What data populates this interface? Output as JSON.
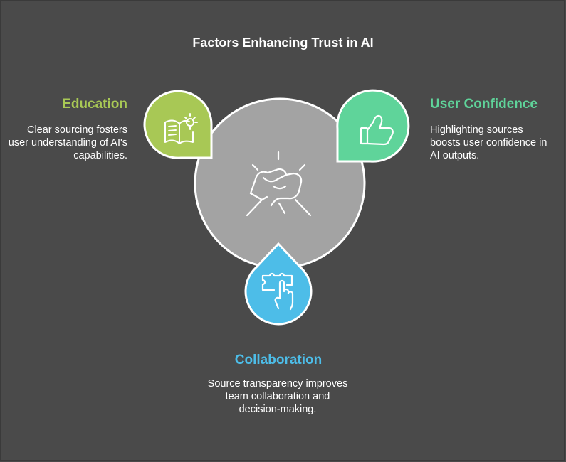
{
  "title": "Factors Enhancing Trust in AI",
  "colors": {
    "background": "#4a4a4a",
    "center": "#a3a3a3",
    "education": "#a8c855",
    "user_confidence": "#5fd49a",
    "collaboration": "#4dbde8"
  },
  "center": {
    "icon": "handshake-icon"
  },
  "factors": {
    "education": {
      "title": "Education",
      "description": "Clear sourcing fosters user understanding of AI's capabilities.",
      "icon": "book-lightbulb-icon"
    },
    "user_confidence": {
      "title": "User Confidence",
      "description": "Highlighting sources boosts user confidence in AI outputs.",
      "icon": "thumbs-up-icon"
    },
    "collaboration": {
      "title": "Collaboration",
      "description": "Source transparency improves team collaboration and decision-making.",
      "icon": "puzzle-hand-icon"
    }
  }
}
